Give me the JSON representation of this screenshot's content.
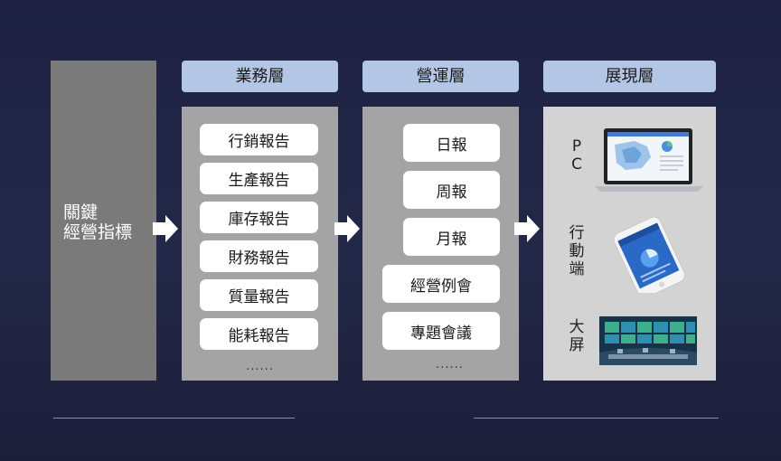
{
  "kpi": {
    "label": "關鍵\n經營指標"
  },
  "columns": [
    {
      "header": "業務層",
      "items": [
        "行銷報告",
        "生產報告",
        "庫存報告",
        "財務報告",
        "質量報告",
        "能耗報告"
      ],
      "more": "......"
    },
    {
      "header": "營運層",
      "items": [
        "日報",
        "周報",
        "月報",
        "經營例會",
        "專題會議"
      ],
      "more": "......"
    },
    {
      "header": "展現層",
      "channels": [
        "P\nC",
        "行\n動\n端",
        "大\n屏"
      ]
    }
  ],
  "colors": {
    "background": "#1f2343",
    "header": "#b4c6e6",
    "kpi_panel": "#7a7a7a",
    "business_panel": "#a4a4a4",
    "display_panel": "#d3d3d3"
  },
  "icons": [
    "arrow-right-icon",
    "laptop-icon",
    "smartphone-icon",
    "control-room-icon"
  ]
}
